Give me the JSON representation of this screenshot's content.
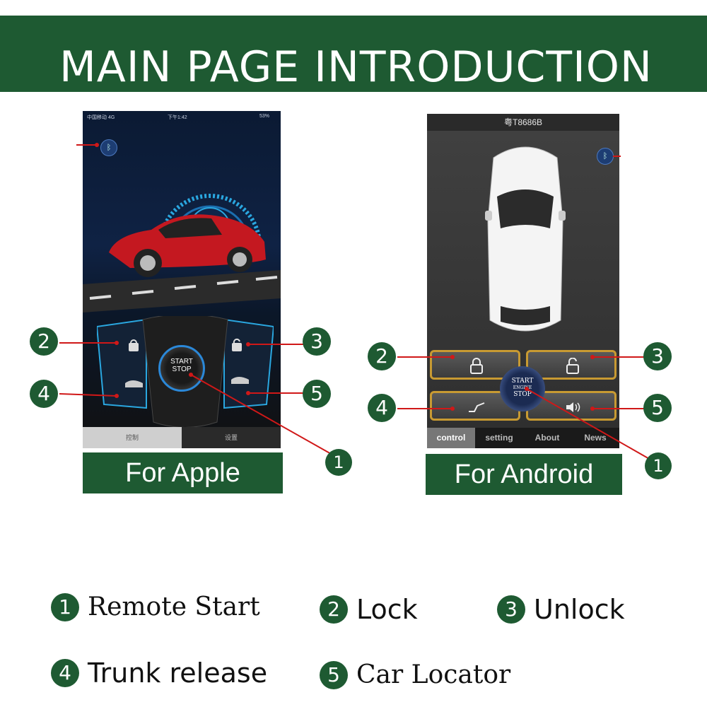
{
  "banner": {
    "title": "MAIN PAGE INTRODUCTION"
  },
  "apple": {
    "label": "For Apple",
    "status": {
      "carrier": "中国移动 4G",
      "time": "下午1:42",
      "battery": "53%"
    },
    "start_button": {
      "line1": "START",
      "line2": "STOP"
    },
    "tabs": [
      "控制",
      "设置"
    ]
  },
  "android": {
    "label": "For Android",
    "title": "粤T8686B",
    "start_button": {
      "line1": "START",
      "line2": "ENGINE",
      "line3": "STOP"
    },
    "tabs": [
      "control",
      "setting",
      "About",
      "News"
    ]
  },
  "callouts": {
    "n1": "1",
    "n2": "2",
    "n3": "3",
    "n4": "4",
    "n5": "5"
  },
  "legend": [
    {
      "num": "1",
      "text": "Remote Start"
    },
    {
      "num": "2",
      "text": "Lock"
    },
    {
      "num": "3",
      "text": "Unlock"
    },
    {
      "num": "4",
      "text": "Trunk release"
    },
    {
      "num": "5",
      "text": "Car Locator"
    }
  ],
  "colors": {
    "brand_green": "#1e5a32",
    "callout_line": "#d01818",
    "button_border": "#c89a32"
  }
}
